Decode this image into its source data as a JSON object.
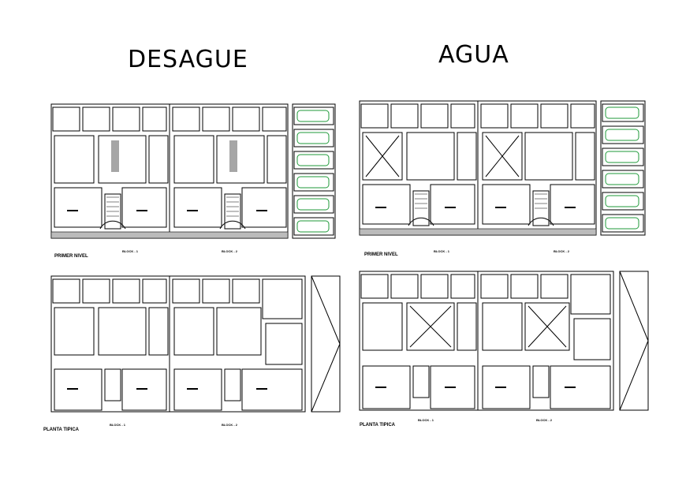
{
  "headings": {
    "left": "DESAGUE",
    "right": "AGUA"
  },
  "plans": {
    "desague_primer": {
      "level": "PRIMER NIVEL",
      "block_a": "BLOCK - 1",
      "block_b": "BLOCK - 2"
    },
    "agua_primer": {
      "level": "PRIMER NIVEL",
      "block_a": "BLOCK - 1",
      "block_b": "BLOCK - 2"
    },
    "desague_tipica": {
      "level": "PLANTA TIPICA",
      "block_a": "BLOCK - 1",
      "block_b": "BLOCK - 2"
    },
    "agua_tipica": {
      "level": "PLANTA TIPICA",
      "block_a": "BLOCK - 1",
      "block_b": "BLOCK - 2"
    }
  },
  "colors": {
    "line": "#000000",
    "parking_car": "#1f9a3a",
    "background": "#ffffff"
  }
}
